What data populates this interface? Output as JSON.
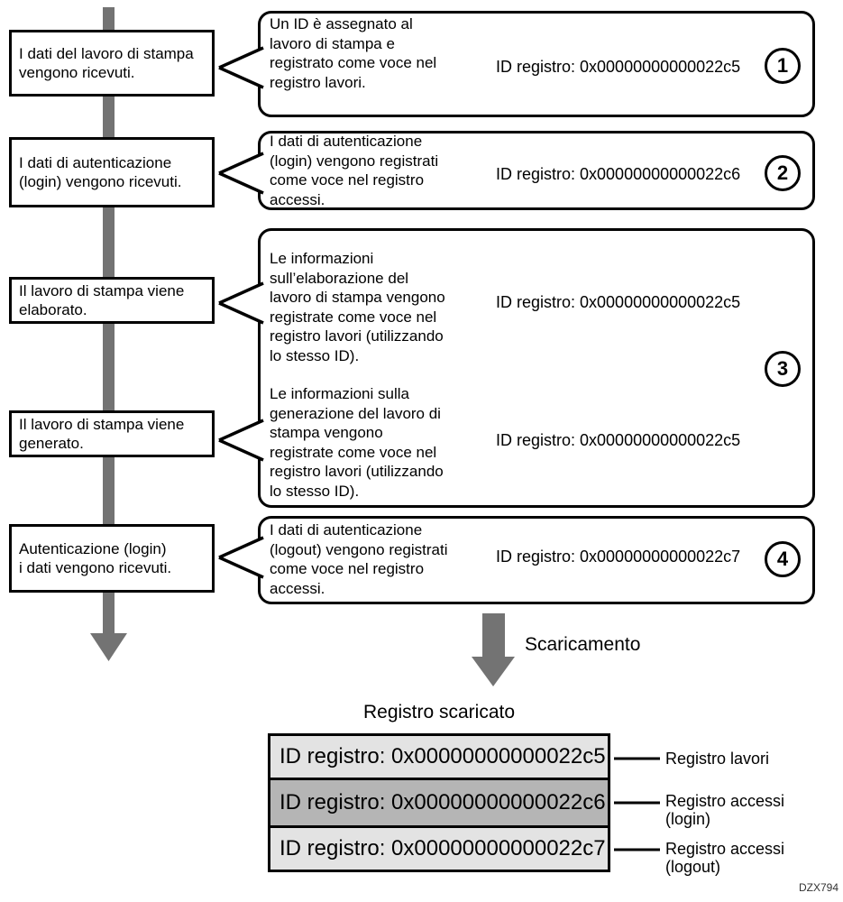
{
  "figure": {
    "code": "DZX794",
    "colors": {
      "line_black": "#000000",
      "arrow_gray": "#737373",
      "table_row_light": "#e3e3e3",
      "table_row_dark": "#b5b5b5"
    }
  },
  "flow_steps": [
    {
      "label": "I dati del lavoro di stampa\nvengono ricevuti."
    },
    {
      "label": "I dati di autenticazione\n(login) vengono ricevuti."
    },
    {
      "label": "Il lavoro di stampa viene\nelaborato."
    },
    {
      "label": "Il lavoro di stampa viene\ngenerato."
    },
    {
      "label": "Autenticazione (login)\ni dati vengono ricevuti."
    }
  ],
  "callouts": [
    {
      "text": "Un ID è assegnato al\nlavoro di stampa e\nregistrato come voce nel\nregistro lavori.",
      "log_id": "ID registro: 0x00000000000022c5"
    },
    {
      "text": "I dati di autenticazione\n(login) vengono registrati\ncome voce nel registro\naccessi.",
      "log_id": "ID registro: 0x00000000000022c6"
    },
    {
      "text": "Le informazioni\nsull’elaborazione del\nlavoro di stampa vengono\nregistrate come voce nel\nregistro lavori (utilizzando\nlo stesso ID).",
      "log_id": "ID registro: 0x00000000000022c5"
    },
    {
      "text": "Le informazioni sulla\ngenerazione del lavoro di\nstampa vengono\nregistrate come voce nel\nregistro lavori (utilizzando\nlo stesso ID).",
      "log_id": "ID registro: 0x00000000000022c5"
    },
    {
      "text": "I dati di autenticazione\n(logout) vengono registrati\ncome voce nel registro\naccessi.",
      "log_id": "ID registro: 0x00000000000022c7"
    }
  ],
  "badges": [
    {
      "label": "1"
    },
    {
      "label": "2"
    },
    {
      "label": "3"
    },
    {
      "label": "4"
    }
  ],
  "download": {
    "label": "Scaricamento"
  },
  "downloaded_log": {
    "title": "Registro scaricato",
    "rows": [
      {
        "id_text": "ID registro: 0x00000000000022c5",
        "label": "Registro lavori"
      },
      {
        "id_text": "ID registro: 0x00000000000022c6",
        "label": "Registro accessi\n(login)"
      },
      {
        "id_text": "ID registro: 0x00000000000022c7",
        "label": "Registro accessi\n(logout)"
      }
    ]
  }
}
